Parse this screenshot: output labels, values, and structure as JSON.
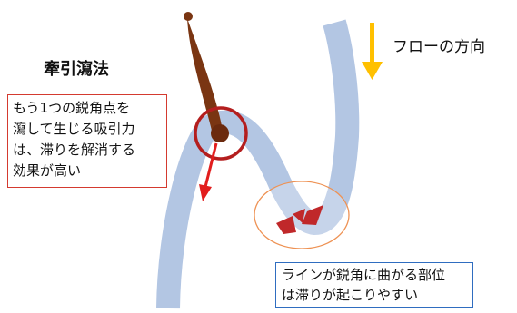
{
  "title": "牽引瀉法",
  "flow_label": "フローの方向",
  "note_left": {
    "lines": [
      "もう1つの鋭角点を",
      "瀉して生じる吸引力",
      "は、滞りを解消する",
      "効果が高い"
    ]
  },
  "note_bottom": {
    "lines": [
      "ラインが鋭角に曲がる部位",
      "は滞りが起こりやすい"
    ]
  },
  "colors": {
    "flow_line": "#b3c6e3",
    "needle": "#7a3512",
    "circle_red": "#b41e1e",
    "arrow_red": "#e21d1d",
    "arrow_orange": "#ffc000",
    "ellipse_orange": "#ee9254",
    "small_arrows": "#c0282a"
  }
}
